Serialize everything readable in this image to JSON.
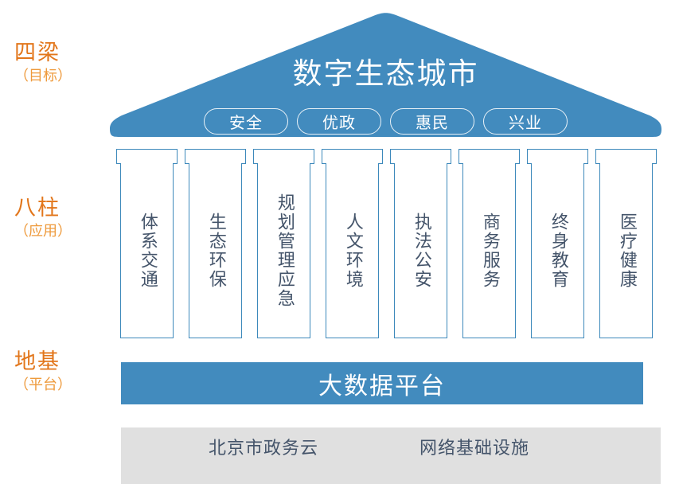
{
  "tiers": [
    {
      "title": "四梁",
      "sub": "（目标）"
    },
    {
      "title": "八柱",
      "sub": "（应用）"
    },
    {
      "title": "地基",
      "sub": "（平台）"
    }
  ],
  "roof": {
    "title": "数字生态城市",
    "pills": [
      "安全",
      "优政",
      "惠民",
      "兴业"
    ],
    "fill": "#428BBE",
    "text_color": "#ffffff"
  },
  "pillars": [
    {
      "label": "体系交通"
    },
    {
      "label": "生态环保"
    },
    {
      "label": "规划管理应急"
    },
    {
      "label": "人文环境"
    },
    {
      "label": "执法公安"
    },
    {
      "label": "商务服务"
    },
    {
      "label": "终身教育"
    },
    {
      "label": "医疗健康"
    }
  ],
  "pillar_style": {
    "stroke": "#3d89bb",
    "text_color": "#44546A"
  },
  "platform": {
    "label": "大数据平台",
    "fill": "#428BBE",
    "text_color": "#ffffff"
  },
  "infrastructure": {
    "items": [
      "北京市政务云",
      "网络基础设施"
    ],
    "fill": "#e0e0e0",
    "text_color": "#44546A"
  }
}
